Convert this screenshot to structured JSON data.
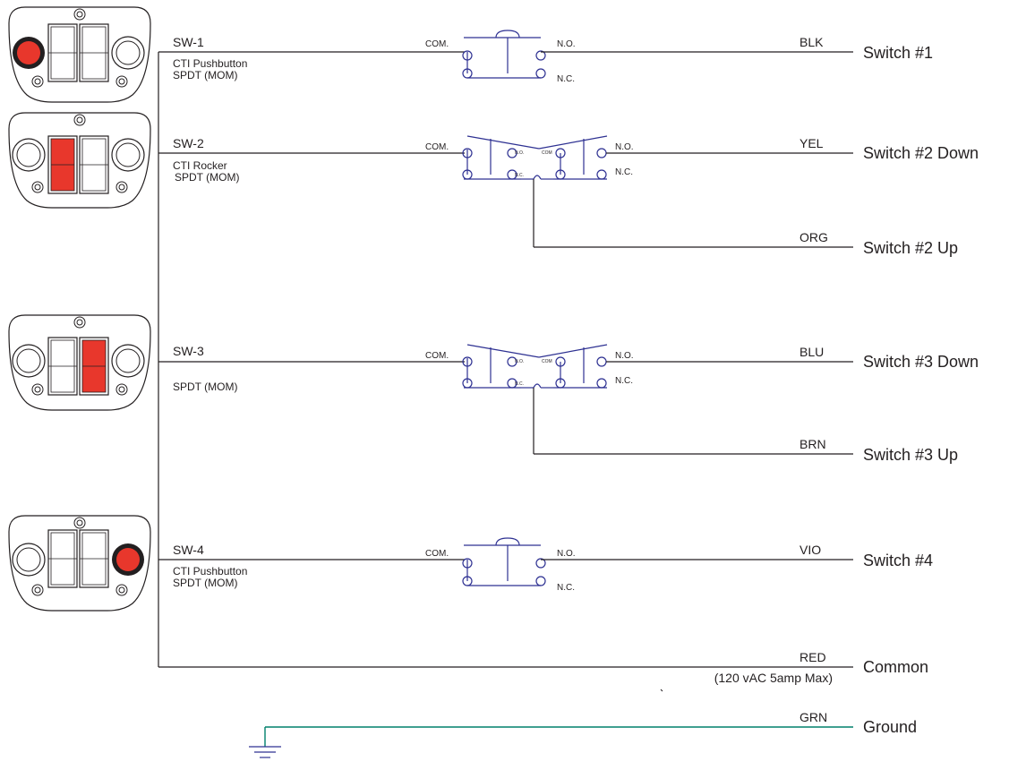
{
  "colors": {
    "wire": "#231f20",
    "schematic": "#2e3192",
    "ground": "#00806b",
    "actuator": "#e8372c"
  },
  "terminals": {
    "com": "COM.",
    "no": "N.O.",
    "nc": "N.C.",
    "no_small": "N.O.",
    "nc_small": "N.C.",
    "com_small": "COM"
  },
  "switches": [
    {
      "id": "SW-1",
      "desc1": "CTI Pushbutton",
      "desc2": "SPDT (MOM)",
      "wire_color": "BLK",
      "output": "Switch #1",
      "panel_icon": "pushbutton-left"
    },
    {
      "id": "SW-2",
      "desc1": "CTI Rocker",
      "desc2": "SPDT (MOM)",
      "wire_color": "YEL",
      "output": "Switch #2 Down",
      "wire_color_2": "ORG",
      "output_2": "Switch #2 Up",
      "panel_icon": "rocker-left"
    },
    {
      "id": "SW-3",
      "desc1": "",
      "desc2": "SPDT (MOM)",
      "wire_color": "BLU",
      "output": "Switch #3 Down",
      "wire_color_2": "BRN",
      "output_2": "Switch #3 Up",
      "panel_icon": "rocker-right"
    },
    {
      "id": "SW-4",
      "desc1": "CTI Pushbutton",
      "desc2": "SPDT (MOM)",
      "wire_color": "VIO",
      "output": "Switch #4",
      "panel_icon": "pushbutton-right"
    }
  ],
  "common": {
    "wire_color": "RED",
    "rating": "(120 vAC 5amp Max)",
    "output": "Common"
  },
  "ground": {
    "wire_color": "GRN",
    "output": "Ground",
    "symbol": "ground-icon"
  }
}
